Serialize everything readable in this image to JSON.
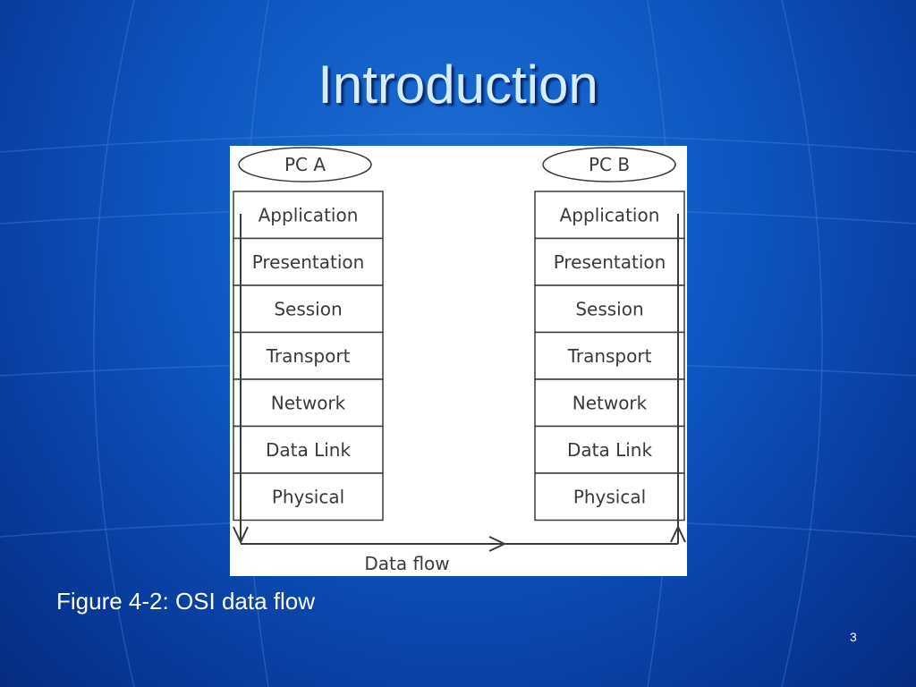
{
  "slide": {
    "title": "Introduction",
    "caption": "Figure 4-2: OSI data flow",
    "page_number": "3"
  },
  "diagram": {
    "pc_a": "PC A",
    "pc_b": "PC B",
    "layers": [
      "Application",
      "Presentation",
      "Session",
      "Transport",
      "Network",
      "Data Link",
      "Physical"
    ],
    "flow_label": "Data flow"
  },
  "colors": {
    "background": "#0d55bf",
    "title_text": "#d6ecff",
    "figure_ink": "#3a3a3a",
    "figure_background": "#ffffff"
  }
}
